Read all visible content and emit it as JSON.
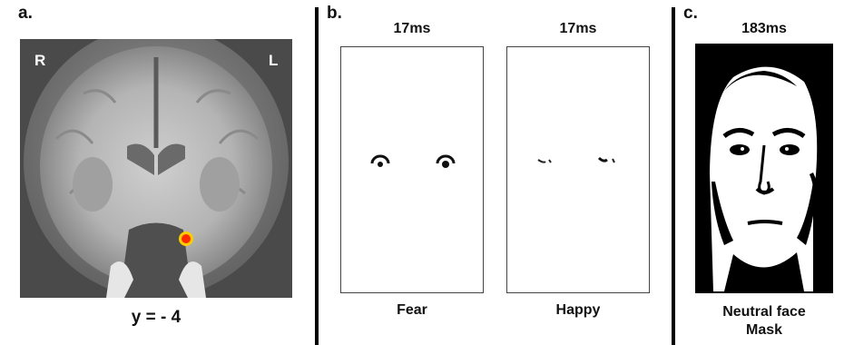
{
  "panel_a": {
    "letter": "a.",
    "left_marker": "R",
    "right_marker": "L",
    "caption": "y = - 4"
  },
  "panel_b": {
    "letter": "b.",
    "stimuli": [
      {
        "timing": "17ms",
        "label": "Fear"
      },
      {
        "timing": "17ms",
        "label": "Happy"
      }
    ]
  },
  "panel_c": {
    "letter": "c.",
    "timing": "183ms",
    "caption_line1": "Neutral face",
    "caption_line2": "Mask"
  },
  "colors": {
    "divider": "#000000",
    "activation_core": "#ff2a00",
    "activation_edge": "#ffcc00"
  }
}
